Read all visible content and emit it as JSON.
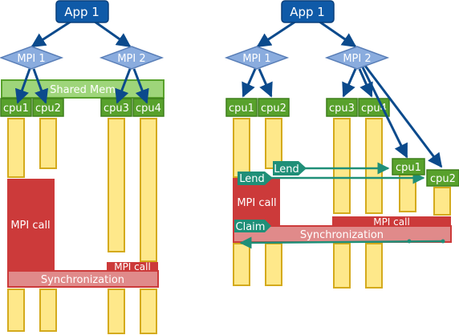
{
  "labels": {
    "app": "App 1",
    "mpi1": "MPI 1",
    "mpi2": "MPI 2",
    "shared_mem": "Shared Mem",
    "cpu1": "cpu1",
    "cpu2": "cpu2",
    "cpu3": "cpu3",
    "cpu4": "cpu4",
    "mpi_call": "MPI call",
    "synchronization": "Synchronization",
    "lend": "Lend",
    "claim": "Claim"
  },
  "colors": {
    "app_fill": "#0f5aa8",
    "mpi_fill": "#8aacde",
    "cpu_fill": "#58a12c",
    "shared_mem_fill": "#9ed57a",
    "bar_fill": "#fee88a",
    "bar_stroke": "#d4aa1c",
    "mpi_call_fill": "#cc3a3a",
    "sync_fill": "#e08a8a",
    "arrow_blue": "#0b4a8c",
    "teal": "#1f8f78"
  }
}
